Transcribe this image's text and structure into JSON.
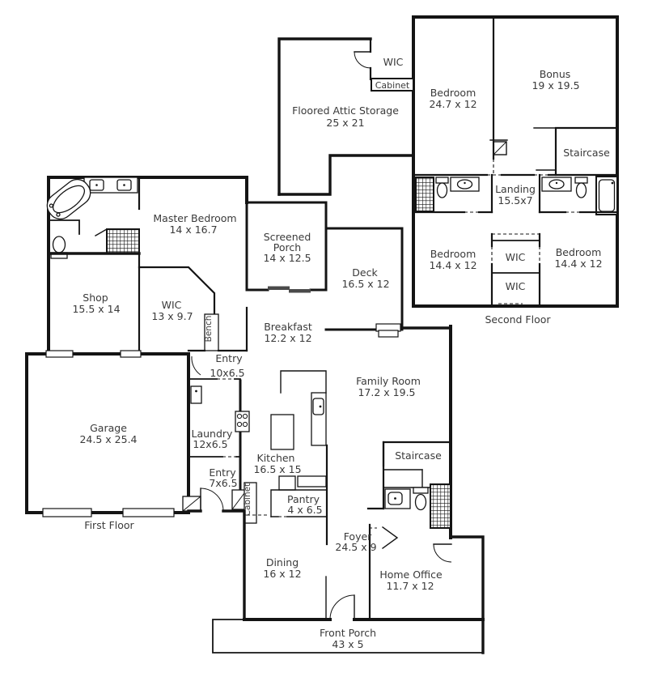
{
  "title": "Floor Plan",
  "colors": {
    "wall": "#141414",
    "text": "#3a3a3a",
    "background": "#ffffff",
    "slider_door": "#4a4a4a"
  },
  "floor_labels": {
    "first": "First Floor",
    "second": "Second Floor"
  },
  "rooms": {
    "bedroom_top": {
      "name": "Bedroom",
      "dims": "24.7 x 12"
    },
    "bonus": {
      "name": "Bonus",
      "dims": "19 x 19.5"
    },
    "staircase2": {
      "name": "Staircase"
    },
    "landing": {
      "name": "Landing",
      "dims": "15.5x7"
    },
    "bedroom_left": {
      "name": "Bedroom",
      "dims": "14.4 x 12"
    },
    "bedroom_right": {
      "name": "Bedroom",
      "dims": "14.4 x 12"
    },
    "wic_upper": {
      "name": "WIC"
    },
    "wic_lower": {
      "name": "WIC"
    },
    "attic": {
      "name": "Floored Attic Storage",
      "dims": "25 x 21"
    },
    "wic_attic": {
      "name": "WIC"
    },
    "cabinet_attic": {
      "name": "Cabinet"
    },
    "master": {
      "name": "Master Bedroom",
      "dims": "14 x 16.7"
    },
    "shop": {
      "name": "Shop",
      "dims": "15.5 x 14"
    },
    "wic_master": {
      "name": "WIC",
      "dims": "13 x 9.7"
    },
    "bench": {
      "name": "Bench"
    },
    "screened_porch": {
      "name": "Screened",
      "name2": "Porch",
      "dims": "14 x 12.5"
    },
    "deck": {
      "name": "Deck",
      "dims": "16.5 x 12"
    },
    "breakfast": {
      "name": "Breakfast",
      "dims": "12.2 x 12"
    },
    "family": {
      "name": "Family Room",
      "dims": "17.2 x 19.5"
    },
    "entry_back": {
      "name": "Entry",
      "dims": "10x6.5"
    },
    "laundry": {
      "name": "Laundry",
      "dims": "12x6.5"
    },
    "kitchen": {
      "name": "Kitchen",
      "dims": "16.5 x 15"
    },
    "entry_side": {
      "name": "Entry",
      "dims": "7x6.5"
    },
    "pantry": {
      "name": "Pantry",
      "dims": "4 x 6.5"
    },
    "cabinet_kitchen": {
      "name": "Cabinet"
    },
    "garage": {
      "name": "Garage",
      "dims": "24.5 x 25.4"
    },
    "staircase1": {
      "name": "Staircase"
    },
    "foyer": {
      "name": "Foyer",
      "dims": "24.5 x 9"
    },
    "dining": {
      "name": "Dining",
      "dims": "16 x 12"
    },
    "home_office": {
      "name": "Home Office",
      "dims": "11.7 x 12"
    },
    "front_porch": {
      "name": "Front Porch",
      "dims": "43 x 5"
    }
  }
}
